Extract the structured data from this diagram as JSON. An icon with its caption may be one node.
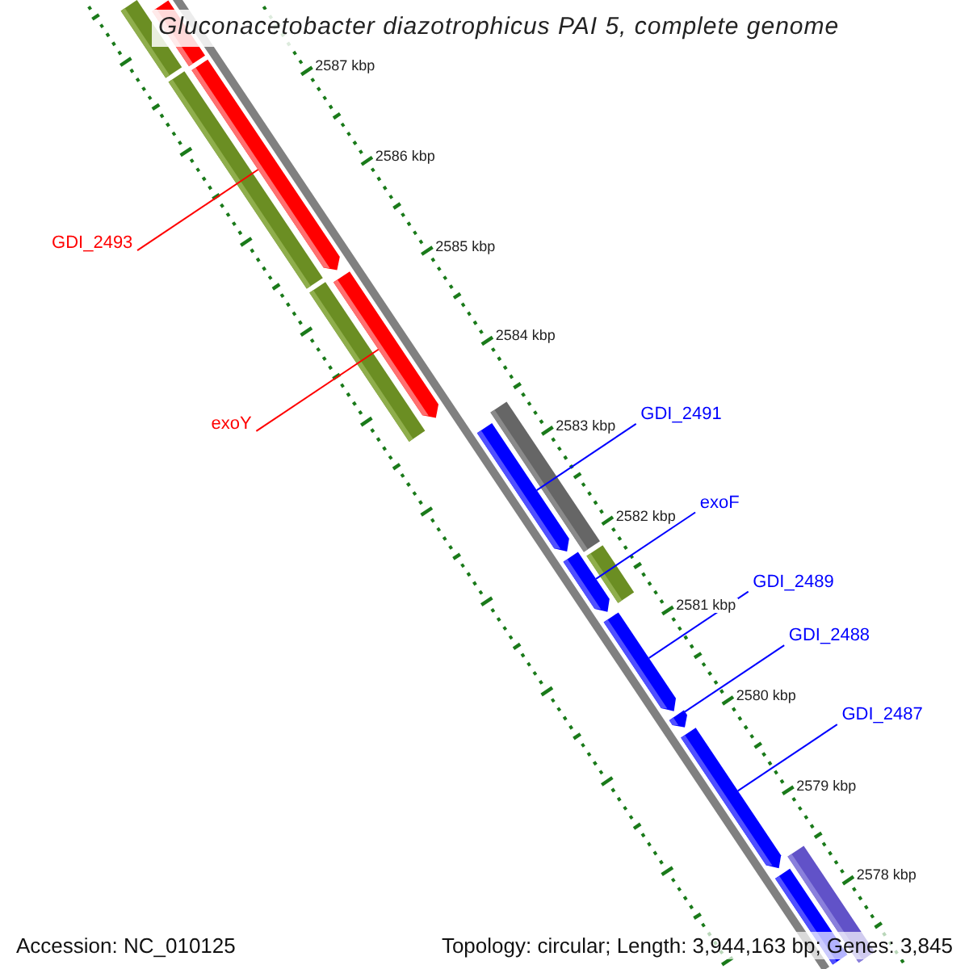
{
  "diagram": {
    "title": "Gluconacetobacter diazotrophicus PAI 5, complete genome",
    "nodes": [
      {
        "text": [
          "GDI_2493"
        ]
      },
      {
        "text": [
          "exoY"
        ]
      },
      {
        "text": [
          "GDI_2491"
        ]
      },
      {
        "text": [
          "exoF"
        ]
      },
      {
        "text": [
          "GDI_2489"
        ]
      },
      {
        "text": [
          "GDI_2488"
        ]
      },
      {
        "text": [
          "GDI_2487"
        ]
      },
      {
        "text": [],
        "shape": "bar"
      },
      {
        "text": [],
        "shape": "bar"
      },
      {
        "text": [],
        "shape": "bar"
      },
      {
        "text": [],
        "shape": "bar"
      },
      {
        "text": [],
        "shape": "bar"
      },
      {
        "text": [],
        "shape": "bar"
      },
      {
        "text": [],
        "shape": "bar"
      },
      {
        "text": [],
        "shape": "bar"
      },
      {
        "text": [],
        "shape": "bar"
      },
      {
        "text": [],
        "shape": "bar"
      },
      {
        "text": [],
        "shape": "bar"
      },
      {
        "text": [],
        "shape": "bar"
      },
      {
        "text": [],
        "shape": "bar"
      },
      {
        "text": [],
        "shape": "bar"
      },
      {
        "text": [],
        "shape": "bar"
      }
    ],
    "edges": [
      {
        "from": 0,
        "to": 8,
        "arrow": "none",
        "color": "#ff0000"
      },
      {
        "from": 1,
        "to": 9,
        "arrow": "none",
        "color": "#ff0000"
      },
      {
        "from": 2,
        "to": 13,
        "arrow": "none"
      },
      {
        "from": 3,
        "to": 14,
        "arrow": "none"
      },
      {
        "from": 4,
        "to": 15,
        "arrow": "none"
      },
      {
        "from": 5,
        "to": 16,
        "arrow": "none"
      },
      {
        "from": 6,
        "to": 17,
        "arrow": "none"
      }
    ],
    "labels": [
      "2587 kbp",
      "2586 kbp",
      "2585 kbp",
      "2584 kbp",
      "2583 kbp",
      "2582 kbp",
      "2581 kbp",
      "2580 kbp",
      "2579 kbp",
      "2578 kbp",
      "Accession: NC_010125",
      "Topology: circular; Length: 3,944,163 bp; Genes: 3,845"
    ]
  }
}
